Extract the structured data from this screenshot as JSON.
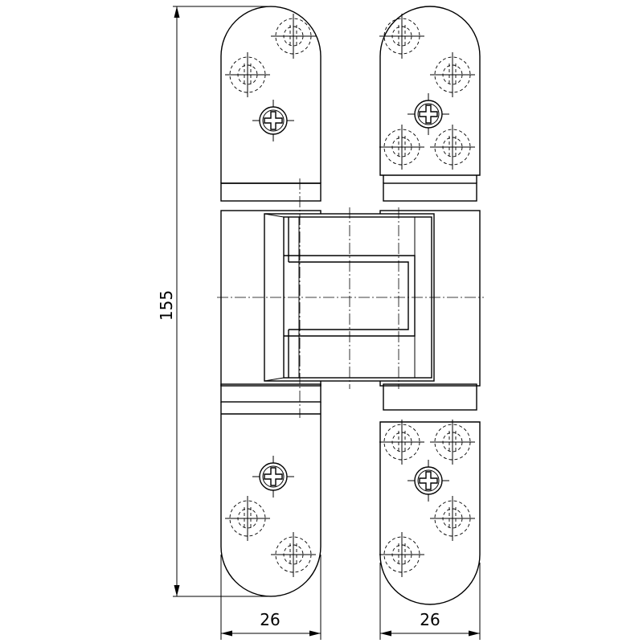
{
  "dimensions": {
    "height": "155",
    "width_left": "26",
    "width_right": "26"
  },
  "colors": {
    "line": "#000000",
    "background": "#ffffff"
  }
}
